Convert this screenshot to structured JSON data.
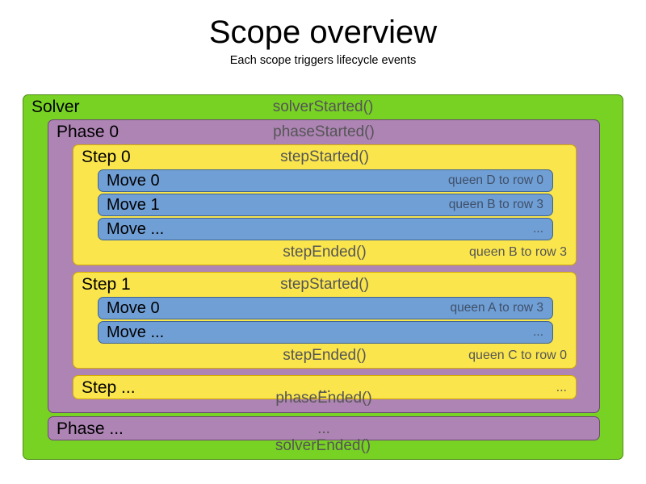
{
  "header": {
    "title": "Scope overview",
    "subtitle": "Each scope triggers lifecycle events"
  },
  "colors": {
    "solver_green": "#77d223",
    "solver_green_border": "#4e8b14",
    "phase_purple": "#ad84b4",
    "phase_purple_border": "#6d4a75",
    "step_yellow": "#fae54d",
    "step_yellow_border": "#d4ab00",
    "move_blue": "#709fd6",
    "move_blue_border": "#3f6490",
    "event_text": "#555555",
    "scope_text": "#000000",
    "background": "#ffffff"
  },
  "diagram": {
    "solver": {
      "label": "Solver",
      "started_event": "solverStarted()",
      "ended_event": "solverEnded()",
      "phases": [
        {
          "label": "Phase 0",
          "started_event": "phaseStarted()",
          "ended_event": "phaseEnded()",
          "steps": [
            {
              "label": "Step 0",
              "started_event": "stepStarted()",
              "ended_event": "stepEnded()",
              "ended_detail": "queen B to row 3",
              "moves": [
                {
                  "label": "Move 0",
                  "detail": "queen D to row 0"
                },
                {
                  "label": "Move 1",
                  "detail": "queen B to row 3"
                },
                {
                  "label": "Move ...",
                  "detail": "..."
                }
              ]
            },
            {
              "label": "Step 1",
              "started_event": "stepStarted()",
              "ended_event": "stepEnded()",
              "ended_detail": "queen C to row 0",
              "moves": [
                {
                  "label": "Move 0",
                  "detail": "queen A to row 3"
                },
                {
                  "label": "Move ...",
                  "detail": "..."
                }
              ]
            }
          ],
          "step_ellipsis": {
            "label": "Step ...",
            "center": "...",
            "trailing": "..."
          }
        }
      ],
      "phase_ellipsis": {
        "label": "Phase ...",
        "center": "..."
      }
    }
  }
}
